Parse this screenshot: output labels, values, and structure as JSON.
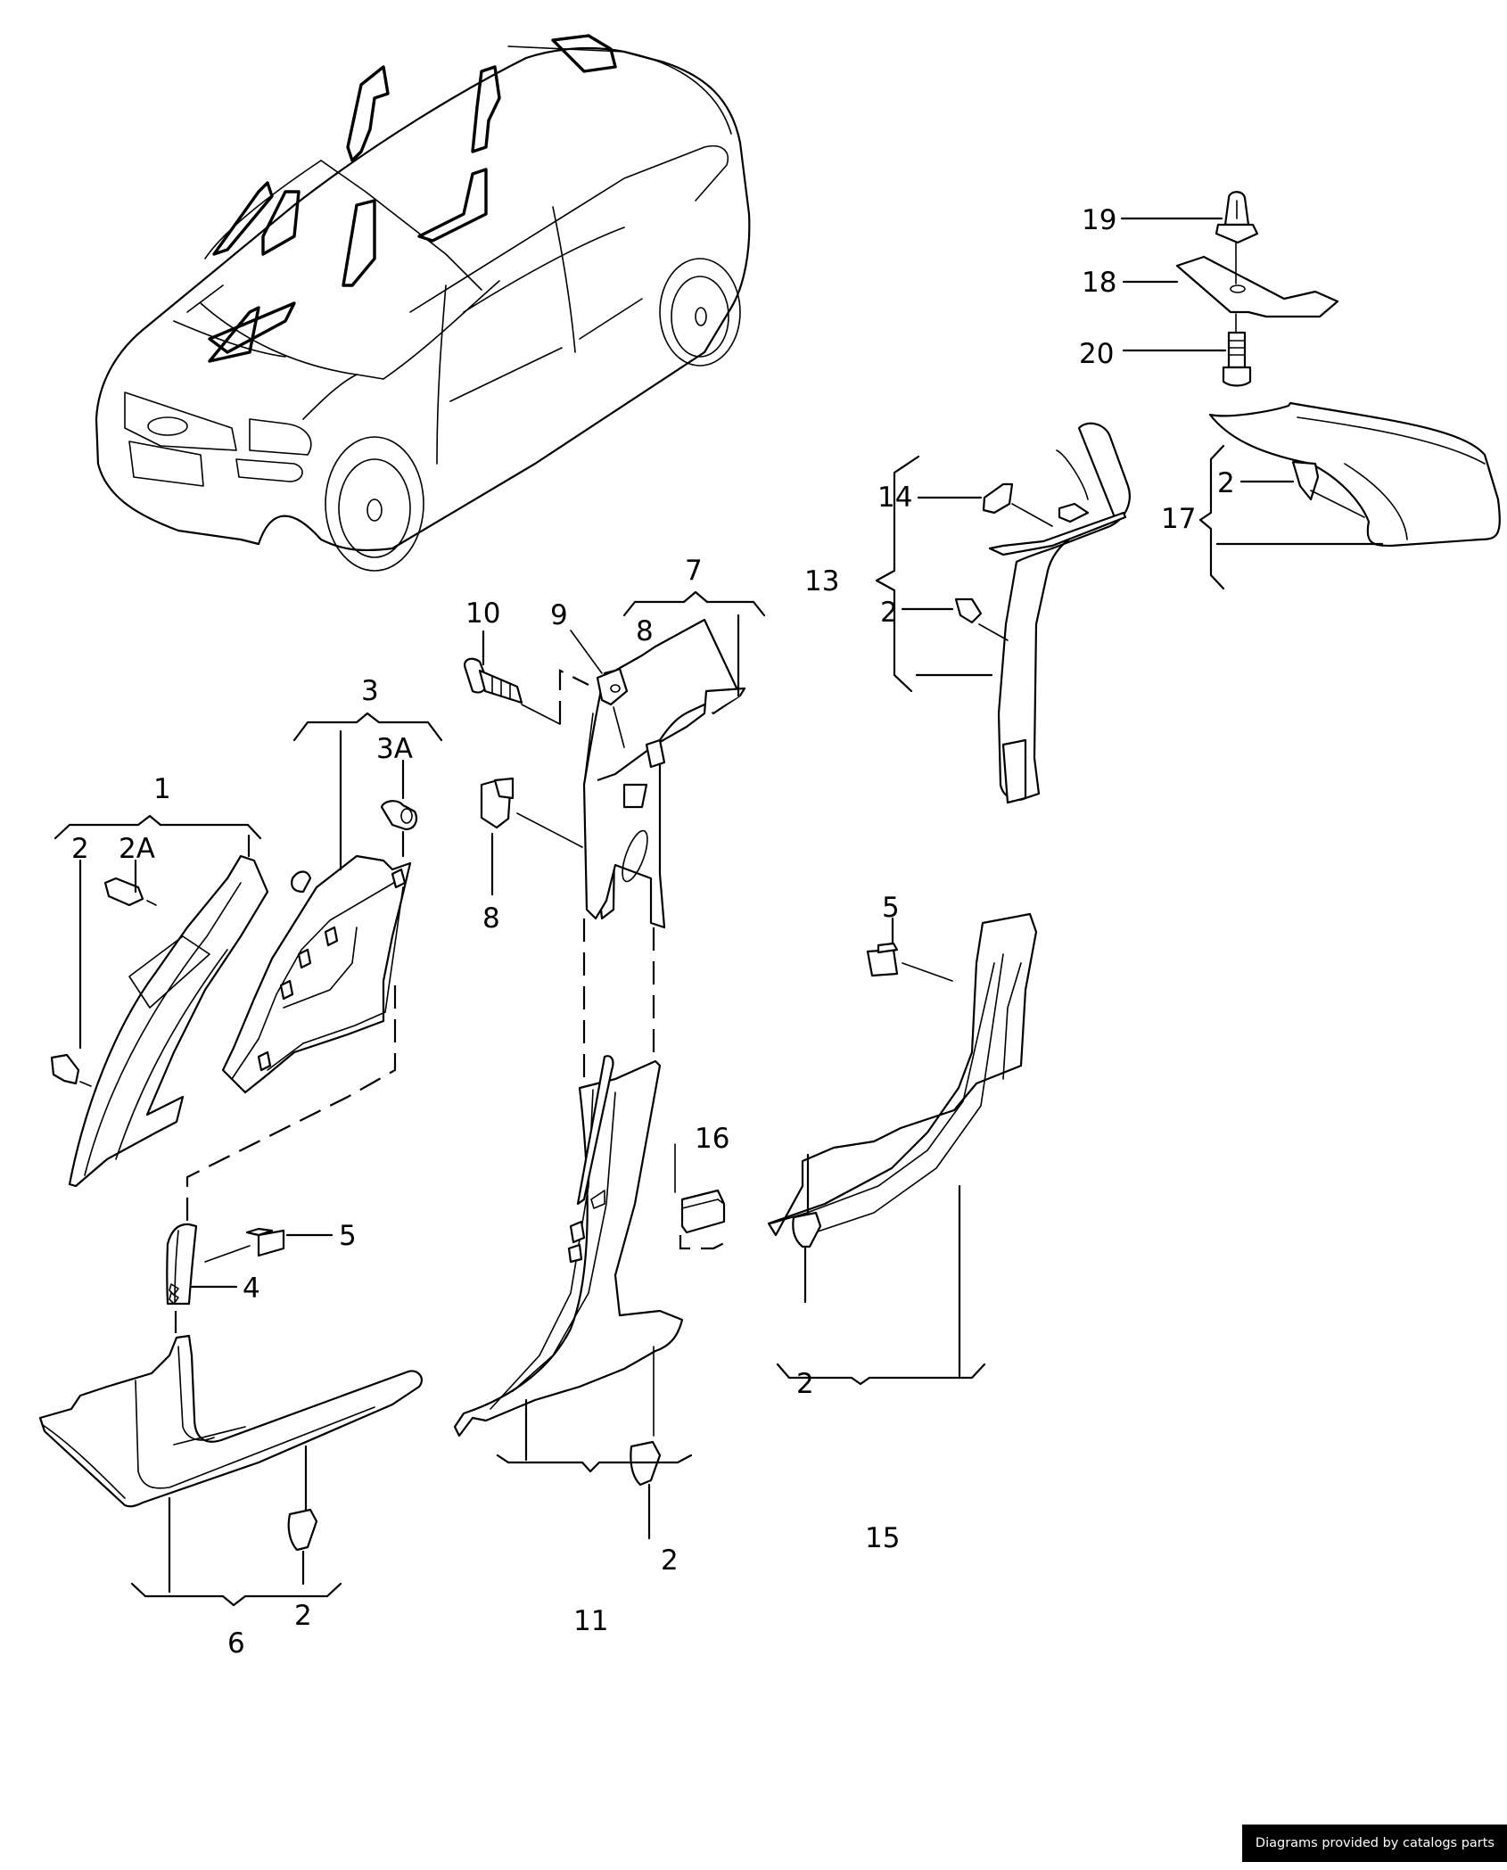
{
  "diagram": {
    "subject": "Interior pillar and sill trim panels exploded view",
    "callouts": {
      "c1": "1",
      "c2_top_left": "2",
      "c2A": "2A",
      "c3": "3",
      "c3A": "3A",
      "c4": "4",
      "c5_left": "5",
      "c5_right": "5",
      "c6": "6",
      "c7": "7",
      "c8_top": "8",
      "c8_clip": "8",
      "c9": "9",
      "c10": "10",
      "c11": "11",
      "c2_pillar_b": "2",
      "c13": "13",
      "c14": "14",
      "c2_pillar_c": "2",
      "c15": "15",
      "c2_sill_rear": "2",
      "c16": "16",
      "c17": "17",
      "c2_roof": "2",
      "c18": "18",
      "c19": "19",
      "c20": "20",
      "c2_sill_front": "2"
    }
  },
  "credit": "Diagrams provided by catalogs parts",
  "colors": {
    "line": "#000000",
    "background": "#ffffff",
    "credit_bg": "#000000",
    "credit_text": "#ffffff"
  }
}
